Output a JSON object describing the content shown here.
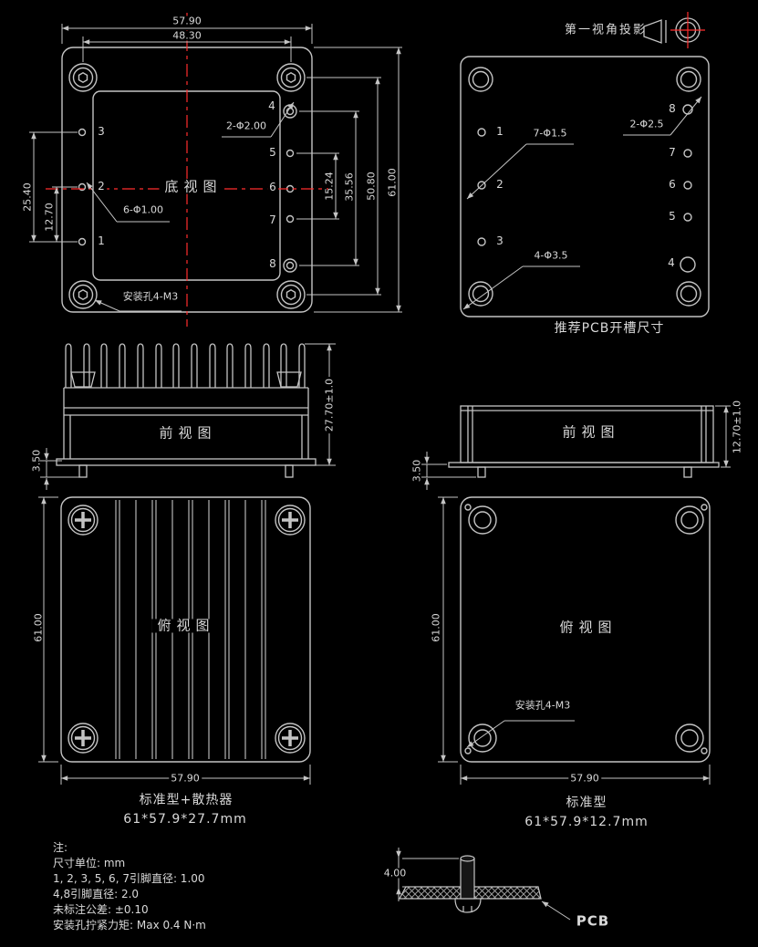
{
  "colors": {
    "background": "#000000",
    "line": "#c4c4c4",
    "centerline": "#ff2d2d",
    "text": "#d9d9d9"
  },
  "projection": {
    "label": "第一视角投影"
  },
  "bottom_view": {
    "title": "底视图",
    "dim_top_outer": "57.90",
    "dim_top_inner": "48.30",
    "dim_left_outer": "25.40",
    "dim_left_inner": "12.70",
    "dim_right_1": "15.24",
    "dim_right_2": "35.56",
    "dim_right_3": "50.80",
    "dim_right_4": "61.00",
    "label_small_pins": "6-Φ1.00",
    "label_large_pins": "2-Φ2.00",
    "label_mounting": "安装孔4-M3",
    "pins_left": [
      "3",
      "2",
      "1"
    ],
    "pins_right": [
      "4",
      "5",
      "6",
      "7",
      "8"
    ]
  },
  "pcb_view": {
    "title": "推荐PCB开槽尺寸",
    "label_small_holes": "7-Φ1.5",
    "label_large_holes": "2-Φ2.5",
    "label_mount_holes": "4-Φ3.5",
    "pins_left": [
      "1",
      "2",
      "3"
    ],
    "pins_right": [
      "8",
      "7",
      "6",
      "5",
      "4"
    ]
  },
  "front_view_hs": {
    "title": "前视图",
    "dim_height": "27.70±1.0",
    "dim_pin": "3.50"
  },
  "front_view_std": {
    "title": "前视图",
    "dim_height": "12.70±1.0",
    "dim_pin": "3.50"
  },
  "top_view_hs": {
    "title": "俯视图",
    "dim_left": "61.00",
    "dim_bottom": "57.90",
    "caption_line1": "标准型+散热器",
    "caption_line2": "61*57.9*27.7mm"
  },
  "top_view_std": {
    "title": "俯视图",
    "dim_left": "61.00",
    "dim_bottom": "57.90",
    "label_mounting": "安装孔4-M3",
    "caption_line1": "标准型",
    "caption_line2": "61*57.9*12.7mm"
  },
  "pin_detail": {
    "dim_height": "4.00",
    "label_pcb": "PCB"
  },
  "notes": {
    "title": "注:",
    "lines": [
      "尺寸单位: mm",
      "1, 2, 3, 5, 6, 7引脚直径: 1.00",
      "4,8引脚直径: 2.0",
      "未标注公差: ±0.10",
      "安装孔拧紧力矩: Max 0.4 N·m"
    ]
  }
}
